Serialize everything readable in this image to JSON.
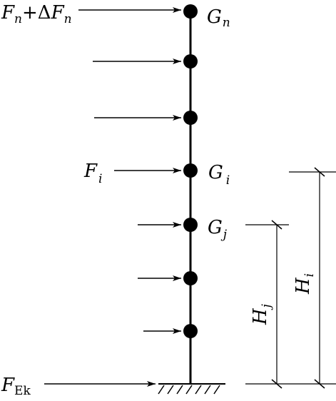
{
  "colors": {
    "ink": "#000000",
    "background": "#ffffff"
  },
  "masses": [
    {
      "id": "n",
      "label": {
        "main": "G",
        "sub": "n"
      }
    },
    {
      "id": "n-1",
      "label": null
    },
    {
      "id": "n-2",
      "label": null
    },
    {
      "id": "i",
      "label": {
        "main": "G",
        "sub": "i"
      }
    },
    {
      "id": "j",
      "label": {
        "main": "G",
        "sub": "j"
      }
    },
    {
      "id": "3",
      "label": null
    },
    {
      "id": "2",
      "label": null
    }
  ],
  "forces": {
    "top": {
      "main1": "F",
      "sub1": "n",
      "plus": "+Δ",
      "main2": "F",
      "sub2": "n"
    },
    "fi": {
      "main": "F",
      "sub": "i"
    },
    "base": {
      "main": "F",
      "sub": "Ek"
    }
  },
  "dimensions": {
    "hj": {
      "main": "H",
      "sub": "j"
    },
    "hi": {
      "main": "H",
      "sub": "i"
    }
  },
  "icons": [
    "ground-hatch-icon",
    "arrow-head-icon"
  ]
}
